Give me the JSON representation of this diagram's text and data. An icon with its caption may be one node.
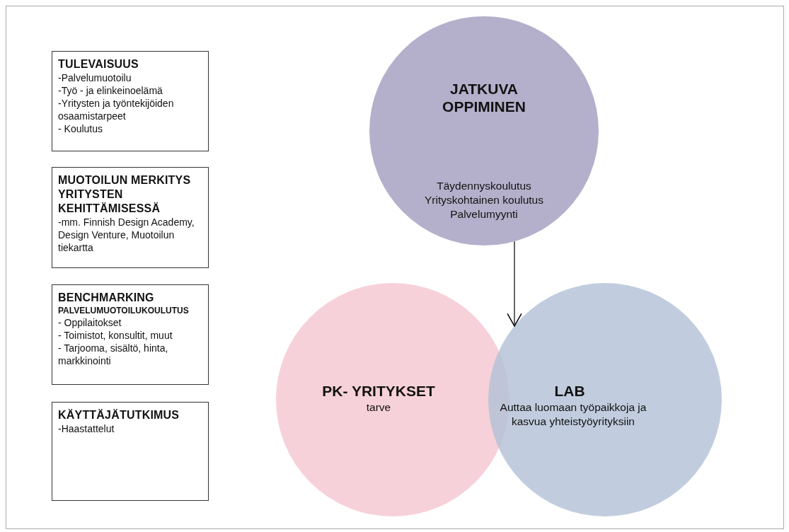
{
  "diagram": {
    "nodes": [
      {
        "text": [
          "TULEVAISUUS",
          "-Palvelumuotoilu",
          "-Työ - ja elinkeinoelämä",
          "-Yritysten ja työntekijöiden osaamistarpeet",
          "- Koulutus"
        ]
      },
      {
        "text": [
          "MUOTOILUN MERKITYS YRITYSTEN KEHITTÄMISESSÄ",
          "-mm. Finnish Design Academy, Design Venture, Muotoilun tiekartta"
        ]
      },
      {
        "text": [
          "BENCHMARKING",
          "PALVELUMUOTOILUKOULUTUS",
          "- Oppilaitokset",
          "- Toimistot, konsultit, muut",
          "- Tarjooma, sisältö, hinta, markkinointi"
        ]
      },
      {
        "text": [
          "KÄYTTÄJÄTUTKIMUS",
          "-Haastattelut"
        ]
      },
      {
        "text": [
          "JATKUVA OPPIMINEN",
          "Täydennyskoulutus",
          "Yrityskohtainen koulutus",
          "Palvelumyynti"
        ]
      },
      {
        "text": [
          "PK- YRITYKSET",
          "tarve"
        ]
      },
      {
        "text": [
          "LAB",
          "Auttaa luomaan työpaikkoja ja kasvua yhteistyöyrityksiin"
        ]
      }
    ],
    "edges": [
      {
        "from": 4,
        "to": 6,
        "arrow": "to"
      }
    ]
  }
}
